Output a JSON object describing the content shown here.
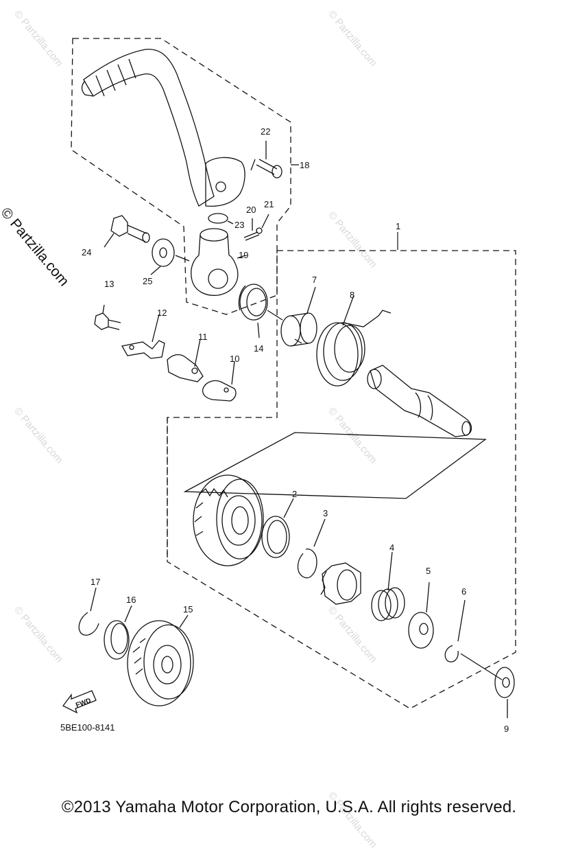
{
  "diagram": {
    "part_code": "5BE100-8141",
    "copyright": "©2013 Yamaha Motor Corporation, U.S.A. All rights reserved.",
    "watermark_side": "© Partzilla.com",
    "watermark": "© Partzilla.com",
    "fwd": "FWD",
    "callouts": [
      "1",
      "2",
      "3",
      "4",
      "5",
      "6",
      "7",
      "8",
      "9",
      "10",
      "11",
      "12",
      "13",
      "14",
      "15",
      "16",
      "17",
      "18",
      "19",
      "20",
      "21",
      "22",
      "23",
      "24",
      "25"
    ]
  }
}
